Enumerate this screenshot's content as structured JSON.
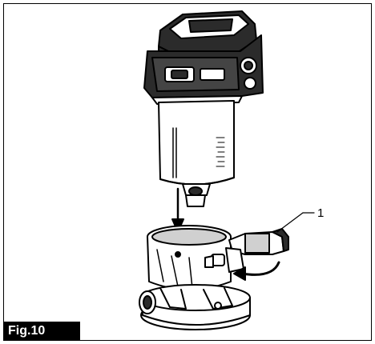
{
  "figure": {
    "label": "Fig.10",
    "callouts": [
      "1"
    ]
  },
  "illustration": {
    "subject-icon": "trimmer-motor-and-base",
    "arrow-icon": "down-arrow",
    "rotate-icon": "curved-arrow"
  },
  "colors": {
    "ink": "#000000",
    "paper": "#ffffff",
    "shade": "#d0d0d0",
    "dark": "#2b2b2b"
  }
}
